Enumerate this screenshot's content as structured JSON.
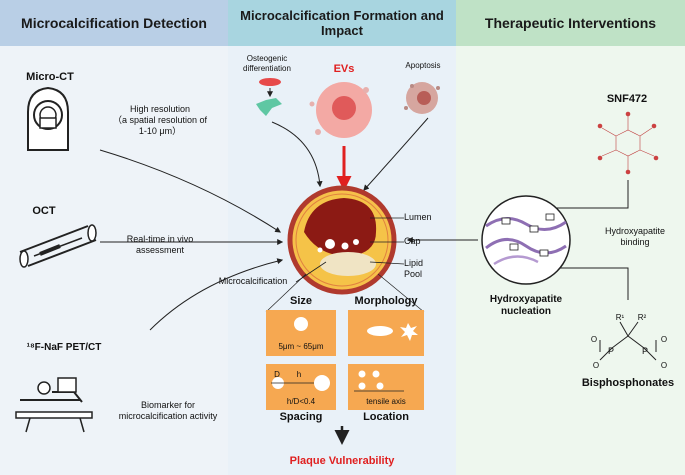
{
  "headers": {
    "detection": "Microcalcification Detection",
    "formation": "Microcalcification Formation and Impact",
    "therapy": "Therapeutic Interventions"
  },
  "detection": {
    "microct_label": "Micro-CT",
    "microct_desc": "High resolution\n（a spatial resolution of 1-10 μm）",
    "oct_label": "OCT",
    "oct_desc": "Real-time in vivo assessment",
    "pet_label": "¹⁸F-NaF PET/CT",
    "pet_desc": "Biomarker for microcalcification activity"
  },
  "formation": {
    "osteogenic": "Osteogenic differentiation",
    "evs": "EVs",
    "apoptosis": "Apoptosis",
    "lumen": "Lumen",
    "cap": "Cap",
    "lipid_pool": "Lipid Pool",
    "microcalcification": "Microcalcification",
    "size": "Size",
    "morphology": "Morphology",
    "size_range": "5μm ~ 65μm",
    "d_label": "D",
    "h_label": "h",
    "ratio": "h/D<0.4",
    "tensile_axis": "tensile axis",
    "spacing": "Spacing",
    "location": "Location",
    "plaque_vulnerability": "Plaque Vulnerability"
  },
  "therapy": {
    "snf472": "SNF472",
    "binding": "Hydroxyapatite binding",
    "nucleation": "Hydroxyapatite nucleation",
    "bisphosphonates": "Bisphosphonates",
    "r1": "R¹",
    "r2": "R²",
    "p": "P",
    "o": "O"
  },
  "colors": {
    "evs": "#e02020",
    "card": "#f6a851",
    "plaque_red": "#e02020"
  }
}
